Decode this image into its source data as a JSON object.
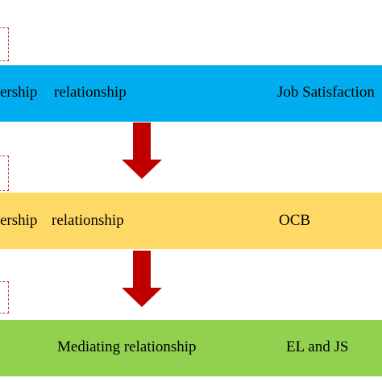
{
  "colors": {
    "band_1": "#00AEEF",
    "band_2": "#FFD966",
    "band_3": "#92D050",
    "arrow": "#C00000",
    "dashed_border": "#C0392B"
  },
  "bands": [
    {
      "left_text": "ership",
      "middle_text": "relationship",
      "right_text": "Job Satisfaction"
    },
    {
      "left_text": "ership",
      "middle_text": "relationship",
      "right_text": "OCB"
    },
    {
      "left_text": "",
      "middle_text": "Mediating relationship",
      "right_text": "EL and JS"
    }
  ],
  "arrows": [
    {
      "icon": "down-arrow-icon"
    },
    {
      "icon": "down-arrow-icon"
    }
  ]
}
